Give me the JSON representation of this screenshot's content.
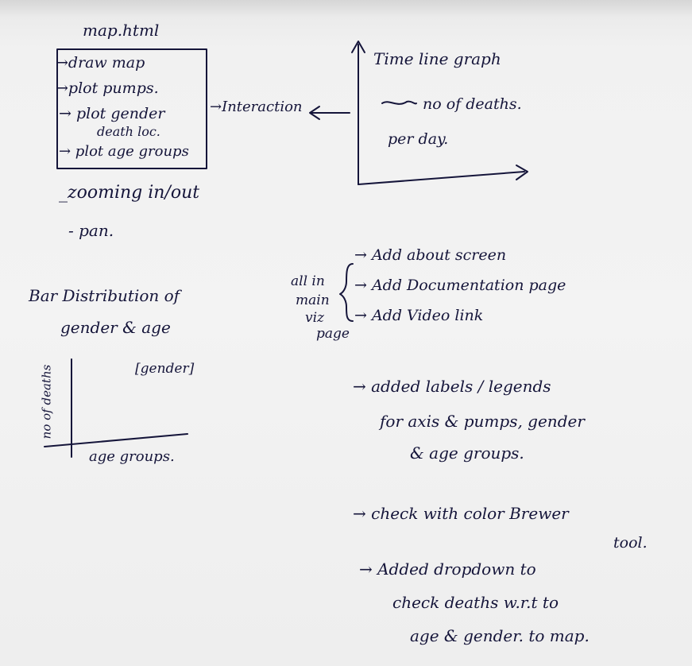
{
  "map_box": {
    "title": "map.html",
    "items": [
      "→draw map",
      "→plot pumps.",
      "→ plot gender",
      "death loc.",
      "→ plot age groups"
    ],
    "interaction_label": "→Interaction"
  },
  "timeline": {
    "title": "Time line graph",
    "line1": "no of deaths.",
    "line2": "per day."
  },
  "map_extras": [
    "_zooming in/out",
    "- pan."
  ],
  "bar_section": {
    "title_line1": "Bar Distribution of",
    "title_line2": "gender & age",
    "y_label": "no of deaths",
    "series_label": "[gender]",
    "x_label": "age groups."
  },
  "main_viz": {
    "group_label": [
      "all in",
      "main",
      "viz",
      "page"
    ],
    "items": [
      "→ Add about screen",
      "→ Add Documentation page",
      "→ Add Video link"
    ]
  },
  "notes": {
    "n1": [
      "→ added labels / legends",
      "for axis & pumps, gender",
      "& age groups."
    ],
    "n2": [
      "→ check with color Brewer",
      "tool."
    ],
    "n3": [
      "→ Added dropdown to",
      "check deaths w.r.t to",
      "age & gender. to map."
    ]
  }
}
